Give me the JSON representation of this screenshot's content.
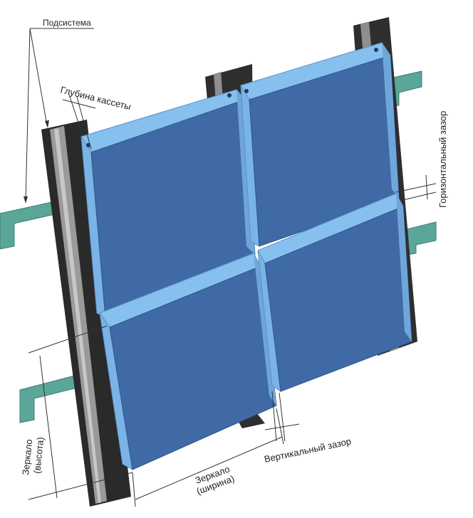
{
  "labels": {
    "subsystem": "Подсистема",
    "cassette_depth": "Глубина кассеты",
    "horizontal_gap": "Горизонтальный зазор",
    "vertical_gap": "Вертикальный зазор",
    "mirror_width_line1": "Зеркало",
    "mirror_width_line2": "(ширина)",
    "mirror_height_line1": "Зеркало",
    "mirror_height_line2": "(высота)"
  },
  "colors": {
    "panel_face": "#3f6aa6",
    "panel_edge": "#86c0ee",
    "rail": "#5aa79a",
    "profile_dark": "#2c2c2c",
    "profile_light": "#9a9a9a"
  }
}
